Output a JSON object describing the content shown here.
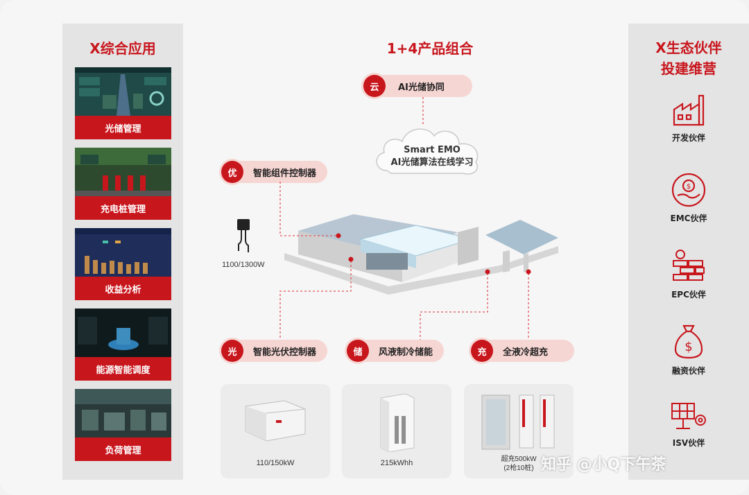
{
  "left_panel": {
    "title": "X综合应用",
    "apps": [
      {
        "label": "光储管理"
      },
      {
        "label": "充电桩管理"
      },
      {
        "label": "收益分析"
      },
      {
        "label": "能源智能调度"
      },
      {
        "label": "负荷管理"
      }
    ]
  },
  "center": {
    "title": "1+4产品组合",
    "cloud_pill": {
      "badge": "云",
      "label": "AI光储协同"
    },
    "cloud_text": {
      "line1": "Smart EMO",
      "line2": "AI光储算法在线学习"
    },
    "you_pill": {
      "badge": "优",
      "label": "智能组件控制器"
    },
    "optimizer_caption": "1100/1300W",
    "guang_pill": {
      "badge": "光",
      "label": "智能光伏控制器"
    },
    "chu_pill": {
      "badge": "储",
      "label": "风液制冷储能"
    },
    "chong_pill": {
      "badge": "充",
      "label": "全液冷超充"
    },
    "products": [
      {
        "caption": "110/150kW"
      },
      {
        "caption": "215kWhh"
      },
      {
        "caption": "超充500kW",
        "caption2": "(2枪10桩)"
      }
    ]
  },
  "right_panel": {
    "title_line1": "X生态伙伴",
    "title_line2": "投建维营",
    "partners": [
      {
        "label": "开发伙伴",
        "icon": "factory-icon"
      },
      {
        "label": "EMC伙伴",
        "icon": "money-hand-icon"
      },
      {
        "label": "EPC伙伴",
        "icon": "brick-wall-icon"
      },
      {
        "label": "融资伙伴",
        "icon": "money-bag-icon"
      },
      {
        "label": "ISV伙伴",
        "icon": "solar-panel-gear-icon"
      }
    ]
  },
  "watermark": "知乎 @小Q下午茶",
  "colors": {
    "accent": "#c8161d",
    "pill_bg": "#f6d6d3",
    "panel_bg": "#e4e4e4"
  }
}
